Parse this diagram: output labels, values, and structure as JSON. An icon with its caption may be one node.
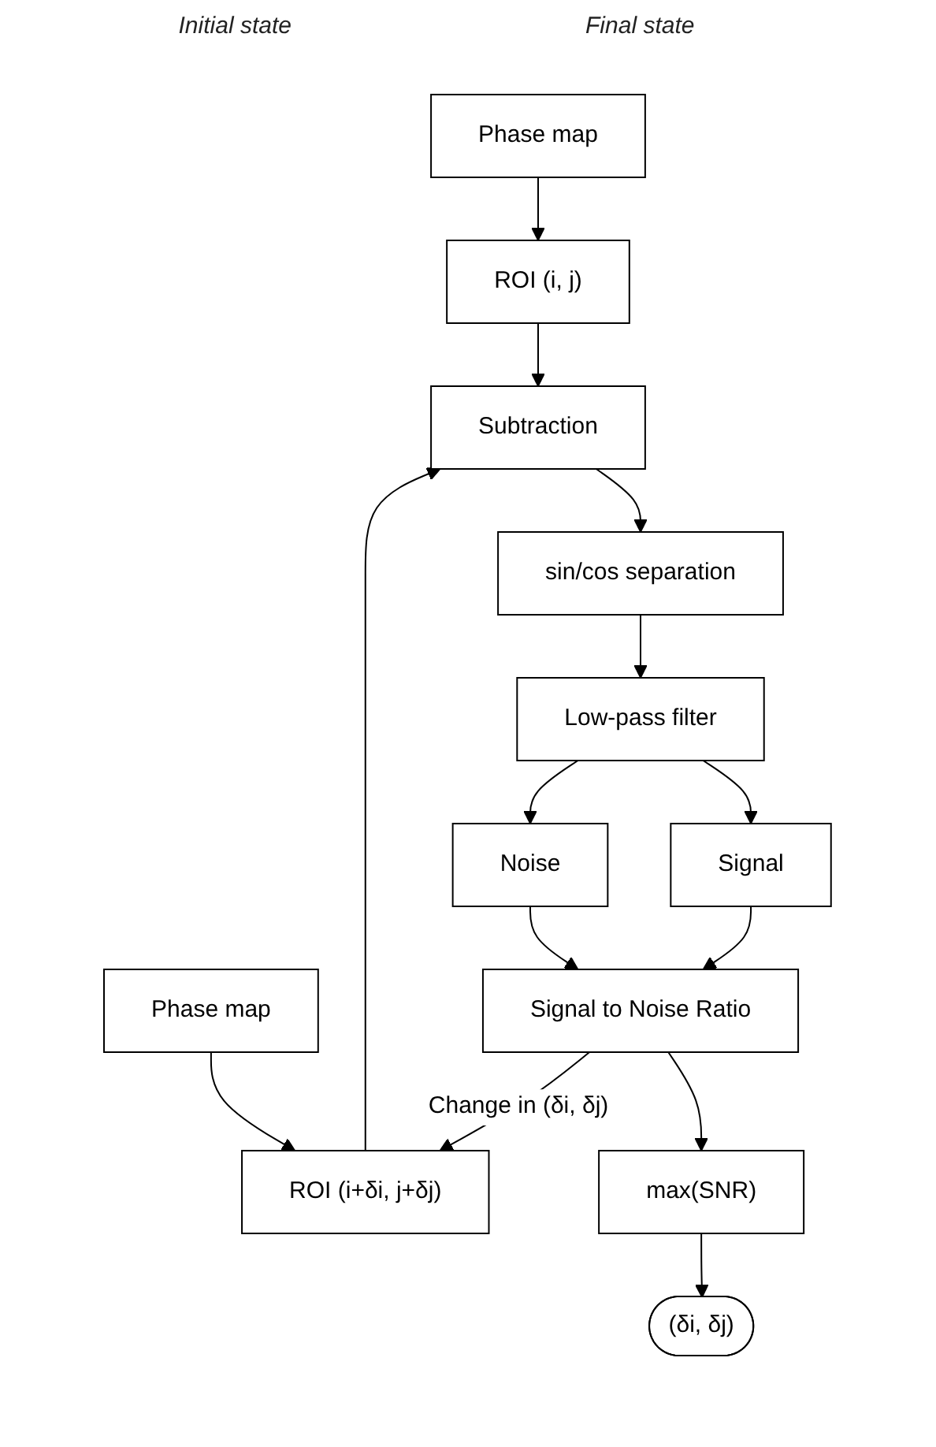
{
  "diagram": {
    "nodes": [
      {
        "text": [
          "Phase map"
        ]
      },
      {
        "text": [
          "Phase map"
        ]
      },
      {
        "text": [
          "ROI (i, j)"
        ]
      },
      {
        "text": [
          "ROI (i+δi, j+δj)"
        ]
      },
      {
        "text": [
          "Subtraction"
        ]
      },
      {
        "text": [
          "sin/cos separation"
        ]
      },
      {
        "text": [
          "Low-pass filter"
        ]
      },
      {
        "text": [
          "Signal"
        ]
      },
      {
        "text": [
          "Noise"
        ]
      },
      {
        "text": [
          "Signal to Noise Ratio"
        ]
      },
      {
        "text": [
          "max(SNR)"
        ]
      },
      {
        "text": [
          "(δi, δj)"
        ]
      }
    ],
    "edges": [
      {
        "from": 0,
        "to": 2,
        "arrow": "to"
      },
      {
        "from": 1,
        "to": 3,
        "arrow": "to"
      },
      {
        "from": 2,
        "to": 4,
        "arrow": "to"
      },
      {
        "from": 3,
        "to": 4,
        "arrow": "to"
      },
      {
        "from": 4,
        "to": 5,
        "arrow": "to"
      },
      {
        "from": 5,
        "to": 6,
        "arrow": "to"
      },
      {
        "from": 6,
        "to": 7,
        "arrow": "to"
      },
      {
        "from": 6,
        "to": 8,
        "arrow": "to"
      },
      {
        "from": 7,
        "to": 9,
        "arrow": "to"
      },
      {
        "from": 8,
        "to": 9,
        "arrow": "to"
      },
      {
        "from": 9,
        "to": 10,
        "arrow": "to"
      },
      {
        "from": 9,
        "to": 3,
        "arrow": "to",
        "label": "Change in (δi, δj)"
      },
      {
        "from": 10,
        "to": 11,
        "arrow": "to"
      }
    ],
    "labels": [
      "Initial state",
      "Final state"
    ]
  }
}
